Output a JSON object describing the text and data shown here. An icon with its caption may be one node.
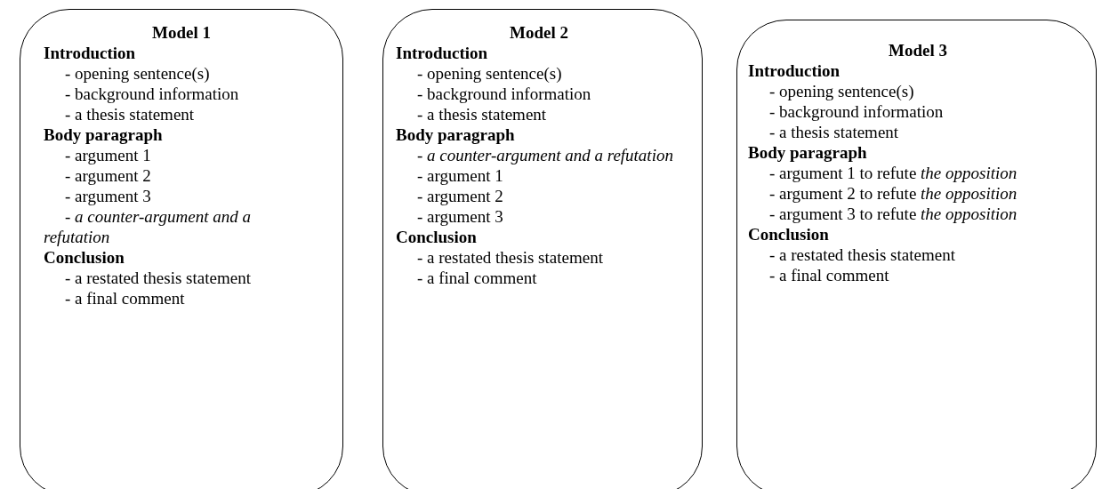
{
  "diagram": {
    "nodes": [
      {
        "text": [
          "Model 1",
          "Introduction",
          "- opening sentence(s)",
          "- background information",
          "- a thesis statement",
          "Body paragraph",
          "- argument 1",
          "- argument 2",
          "- argument 3",
          "- *a counter-argument and a refutation*",
          "Conclusion",
          "- a restated thesis statement",
          "- a final comment"
        ]
      },
      {
        "text": [
          "Model 2",
          "Introduction",
          "- opening sentence(s)",
          "- background information",
          "- a thesis statement",
          "Body paragraph",
          "- *a counter-argument and a refutation*",
          "- argument 1",
          "- argument 2",
          "- argument 3",
          "Conclusion",
          "- a restated thesis statement",
          "- a final comment"
        ]
      },
      {
        "text": [
          "Model 3",
          "Introduction",
          "- opening sentence(s)",
          "- background information",
          "- a thesis statement",
          "Body paragraph",
          "- argument 1 to refute *the opposition*",
          "- argument 2 to refute *the opposition*",
          "- argument 3 to refute *the opposition*",
          "Conclusion",
          "- a restated thesis statement",
          "- a final comment"
        ]
      }
    ]
  }
}
